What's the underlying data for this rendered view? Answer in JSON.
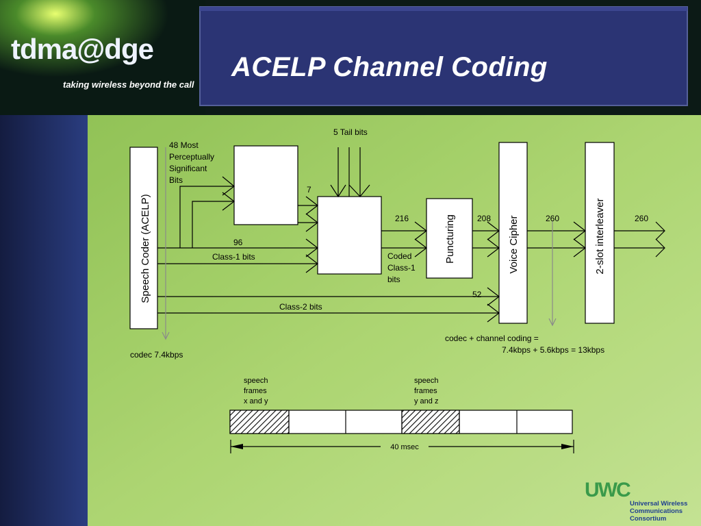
{
  "slide": {
    "title": "ACELP Channel Coding",
    "logo": {
      "brand": "tdma@dge",
      "tagline": "taking wireless beyond the call"
    },
    "footer_logo": {
      "mark": "UWC",
      "name_lines": [
        "Universal Wireless",
        "Communications",
        "Consortium"
      ]
    }
  },
  "diagram": {
    "blocks": {
      "speech_coder": "Speech Coder (ACELP)",
      "puncturing": "Puncturing",
      "voice_cipher": "Voice Cipher",
      "interleaver": "2-slot interleaver"
    },
    "labels": {
      "most_significant": [
        "48 Most",
        "Perceptually",
        "Significant",
        "Bits"
      ],
      "tail_bits": "5 Tail bits",
      "seven": "7",
      "ninety_six": "96",
      "class1": "Class-1 bits",
      "n216": "216",
      "n208": "208",
      "n260a": "260",
      "n260b": "260",
      "coded": [
        "Coded",
        "Class-1",
        "bits"
      ],
      "n52": "52",
      "class2": "Class-2 bits",
      "codec_rate": "codec 7.4kbps",
      "channel_rate_line1": "codec + channel coding =",
      "channel_rate_line2": "7.4kbps + 5.6kbps = 13kbps"
    },
    "frames": {
      "label_xy": [
        "speech",
        "frames",
        "x and y"
      ],
      "label_yz": [
        "speech",
        "frames",
        "y and z"
      ],
      "duration": "40 msec"
    }
  },
  "colors": {
    "title": "#ffffff",
    "navy": "#1d2a5c",
    "green": "#9dcc5c",
    "uwcc_blue": "#1f3f8f",
    "uwcc_green": "#3a9a4a"
  }
}
